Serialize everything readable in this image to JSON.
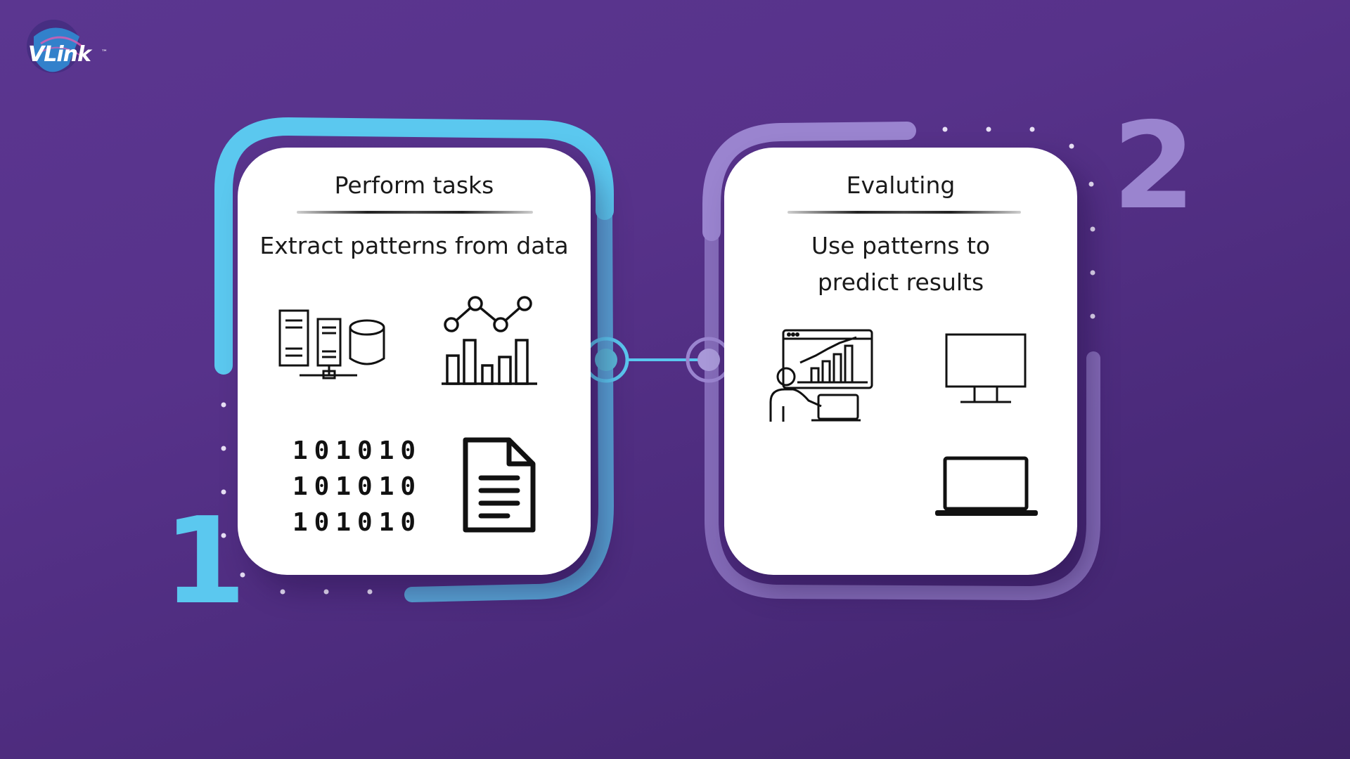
{
  "brand": {
    "name": "VLink",
    "trademark": "™"
  },
  "colors": {
    "step1_accent": "#5bc8ef",
    "step2_accent": "#9a84cf",
    "card_bg": "#ffffff"
  },
  "steps": [
    {
      "number": "1",
      "title": "Perform tasks",
      "description": "Extract patterns from data",
      "binary_rows": [
        "101010",
        "101010",
        "101010"
      ],
      "icons": [
        "server-database-icon",
        "chart-analytics-icon",
        "binary-code-icon",
        "document-icon"
      ]
    },
    {
      "number": "2",
      "title": "Evaluting",
      "description_line1": "Use patterns to",
      "description_line2": "predict results",
      "icons": [
        "presenter-chart-icon",
        "monitor-icon",
        "laptop-icon"
      ]
    }
  ]
}
